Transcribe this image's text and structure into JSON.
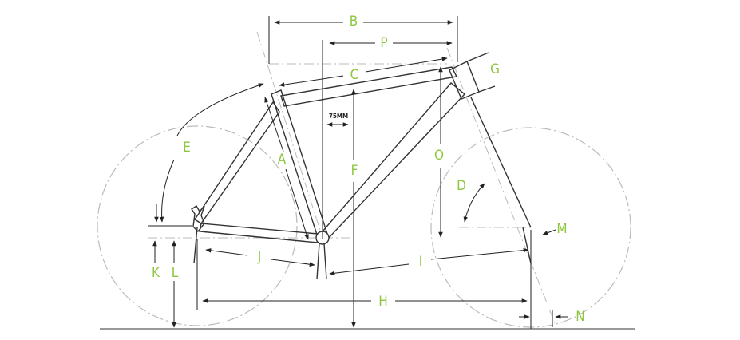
{
  "diagram": {
    "labels": {
      "A": "A",
      "B": "B",
      "C": "C",
      "D": "D",
      "E": "E",
      "F": "F",
      "G": "G",
      "H": "H",
      "I": "I",
      "J": "J",
      "K": "K",
      "L": "L",
      "M": "M",
      "N": "N",
      "O": "O",
      "P": "P"
    },
    "note_75mm": "75MM",
    "colors": {
      "label": "#8dc63f",
      "line": "#222222",
      "guide": "#bbbbbb"
    }
  }
}
